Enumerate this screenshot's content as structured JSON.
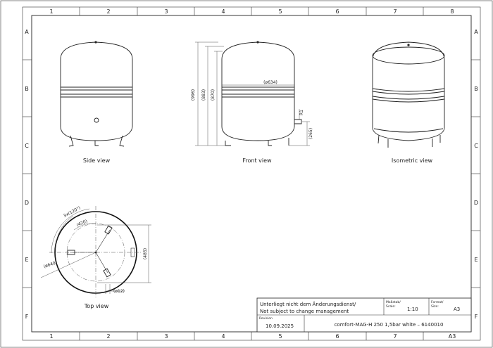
{
  "grid": {
    "columns": [
      "1",
      "2",
      "3",
      "4",
      "5",
      "6",
      "7",
      "8"
    ],
    "rows": [
      "A",
      "B",
      "C",
      "D",
      "E",
      "F"
    ]
  },
  "views": {
    "side": "Side view",
    "front": "Front view",
    "isometric": "Isometric view",
    "top": "Top view"
  },
  "dimensions": {
    "front_height_total": "(996)",
    "front_height_mid": "(883)",
    "front_height_body": "(870)",
    "front_diameter": "(ø634)",
    "front_connection_thread": "R1",
    "front_connection_height": "(265)",
    "top_angle": "3x(120°)",
    "top_foot_radius": "(420)",
    "top_diameter": "(ø640)",
    "top_depth": "(485)",
    "top_pipe": "(ø12)"
  },
  "title_block": {
    "note_de": "Unterliegt nicht dem Änderungsdienst/",
    "note_en": "Not subject to change management",
    "scale_label_1": "Maßstab/",
    "scale_label_2": "Scale:",
    "scale_value": "1:10",
    "format_label_1": "Format/",
    "format_label_2": "Size:",
    "format_value": "A3",
    "revision_label": "Revision",
    "revision_value": "10.09.2025",
    "product": "comfort-MAG-H 250 1,5bar white  –  6140010",
    "bottom_format": "A3"
  }
}
